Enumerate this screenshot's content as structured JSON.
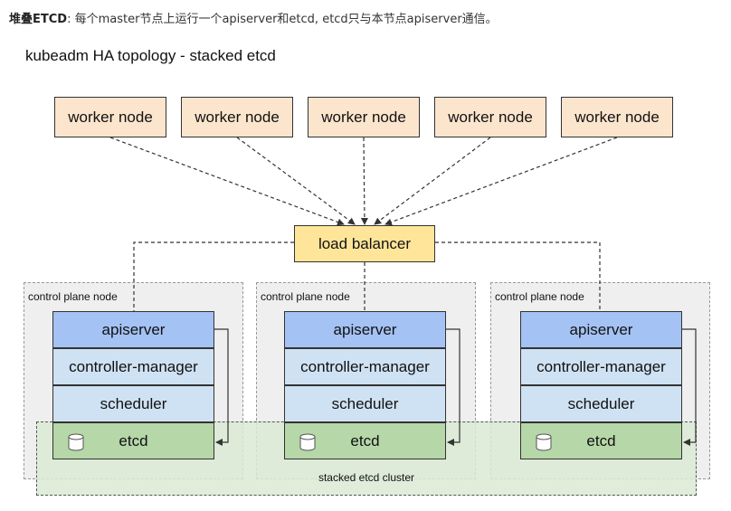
{
  "intro": {
    "bold": "堆叠ETCD",
    "text": ": 每个master节点上运行一个apiserver和etcd, etcd只与本节点apiserver通信。"
  },
  "title": "kubeadm HA topology - stacked etcd",
  "workers": [
    "worker node",
    "worker node",
    "worker node",
    "worker node",
    "worker node"
  ],
  "load_balancer": "load balancer",
  "control_planes": [
    {
      "label": "control plane node",
      "apiserver": "apiserver",
      "controller": "controller-manager",
      "scheduler": "scheduler",
      "etcd": "etcd"
    },
    {
      "label": "control plane node",
      "apiserver": "apiserver",
      "controller": "controller-manager",
      "scheduler": "scheduler",
      "etcd": "etcd"
    },
    {
      "label": "control plane node",
      "apiserver": "apiserver",
      "controller": "controller-manager",
      "scheduler": "scheduler",
      "etcd": "etcd"
    }
  ],
  "cluster_label": "stacked etcd cluster",
  "colors": {
    "worker": "#fce5cd",
    "load_balancer": "#ffe599",
    "apiserver": "#a4c2f4",
    "controller_scheduler": "#cfe2f3",
    "etcd": "#b6d7a8",
    "control_plane_bg": "#efefef"
  },
  "icons": {
    "etcd": "database-icon"
  }
}
